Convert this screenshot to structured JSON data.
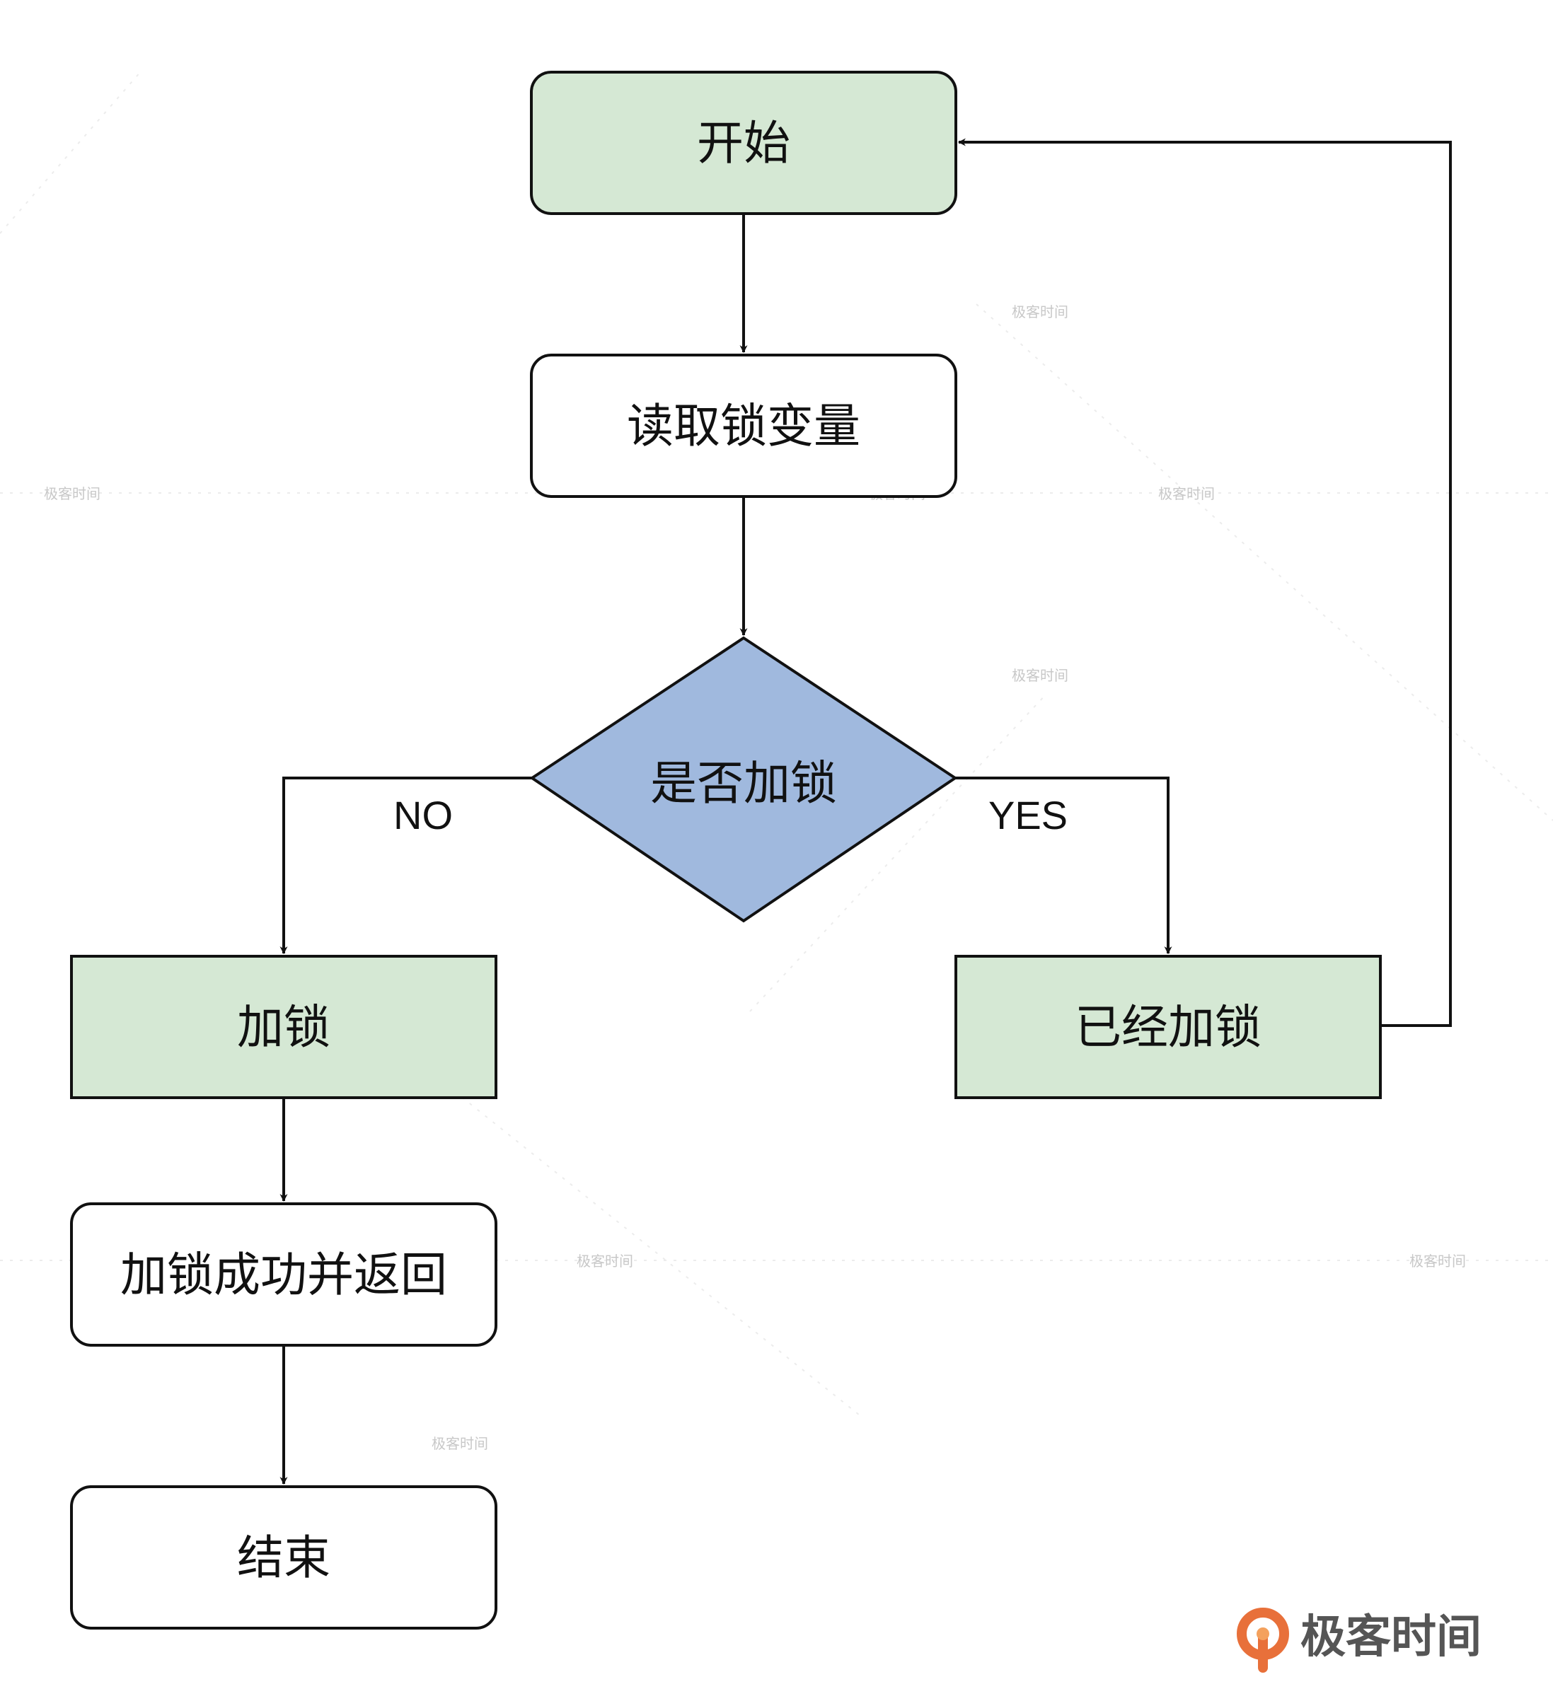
{
  "diagram": {
    "nodes": {
      "start": "开始",
      "read_lock": "读取锁变量",
      "is_locked": "是否加锁",
      "lock": "加锁",
      "already_locked": "已经加锁",
      "lock_success": "加锁成功并返回",
      "end": "结束"
    },
    "edges": {
      "no": "NO",
      "yes": "YES"
    }
  },
  "brand": {
    "logo_text": "极客时间",
    "watermark_text": "极客时间"
  },
  "colors": {
    "green_fill": "#d5e8d4",
    "blue_fill": "#a0b9de",
    "white_fill": "#ffffff",
    "stroke": "#111111",
    "logo_orange": "#e8703a"
  }
}
